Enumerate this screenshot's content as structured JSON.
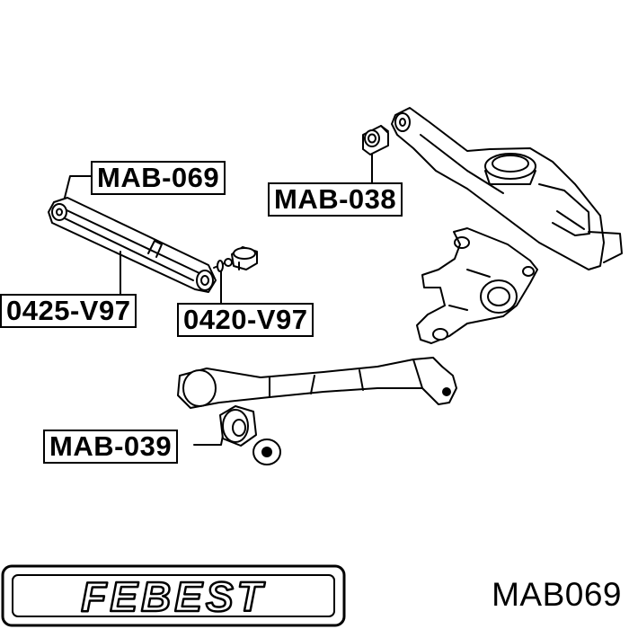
{
  "labels": {
    "mab069": "MAB-069",
    "mab038": "MAB-038",
    "v0425": "0425-V97",
    "v0420": "0420-V97",
    "mab039": "MAB-039"
  },
  "brand": "FEBEST",
  "part_number": "MAB069",
  "colors": {
    "ink": "#000000",
    "paper": "#ffffff"
  }
}
